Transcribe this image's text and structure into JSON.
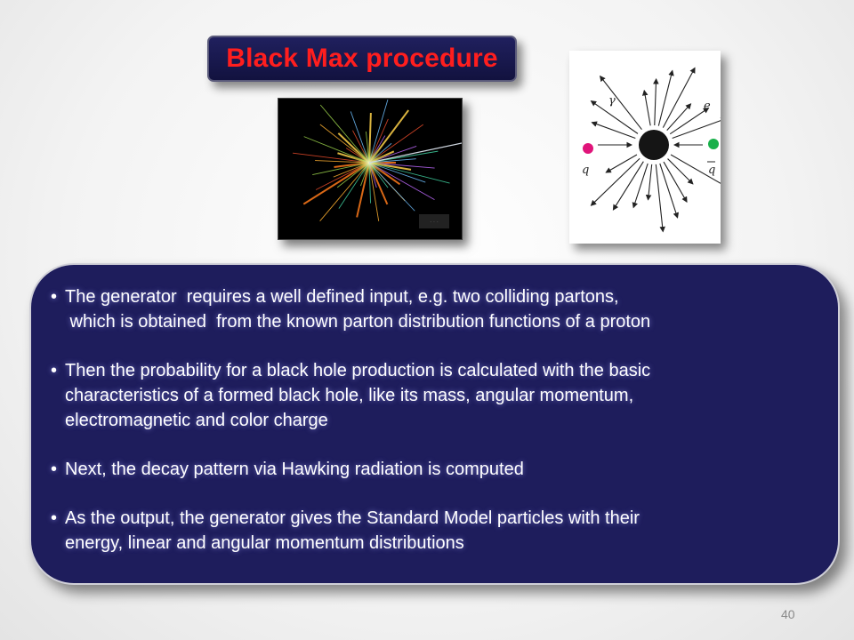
{
  "slide": {
    "title": "Black Max procedure",
    "page_number": "40"
  },
  "diagram": {
    "label_gamma": "γ",
    "label_e": "e",
    "label_q": "q",
    "label_qbar": "q"
  },
  "bullets": [
    {
      "lines": [
        "The generator  requires a well defined input, e.g. two colliding partons,",
        " which is obtained  from the known parton distribution functions of a proton"
      ]
    },
    {
      "lines": [
        "Then the probability for a black hole production is calculated with the basic",
        "characteristics of a formed black hole, like its mass, angular momentum,",
        "electromagnetic and color charge"
      ]
    },
    {
      "lines": [
        "Next, the decay pattern via Hawking radiation is computed"
      ]
    },
    {
      "lines": [
        "As the output, the generator gives the Standard Model particles with their",
        "energy, linear and angular momentum distributions"
      ]
    }
  ],
  "colors": {
    "title_red": "#ff1e1e",
    "panel_navy": "#1e1d5c",
    "quark_magenta": "#e0147a",
    "antiquark_green": "#18b04a"
  }
}
